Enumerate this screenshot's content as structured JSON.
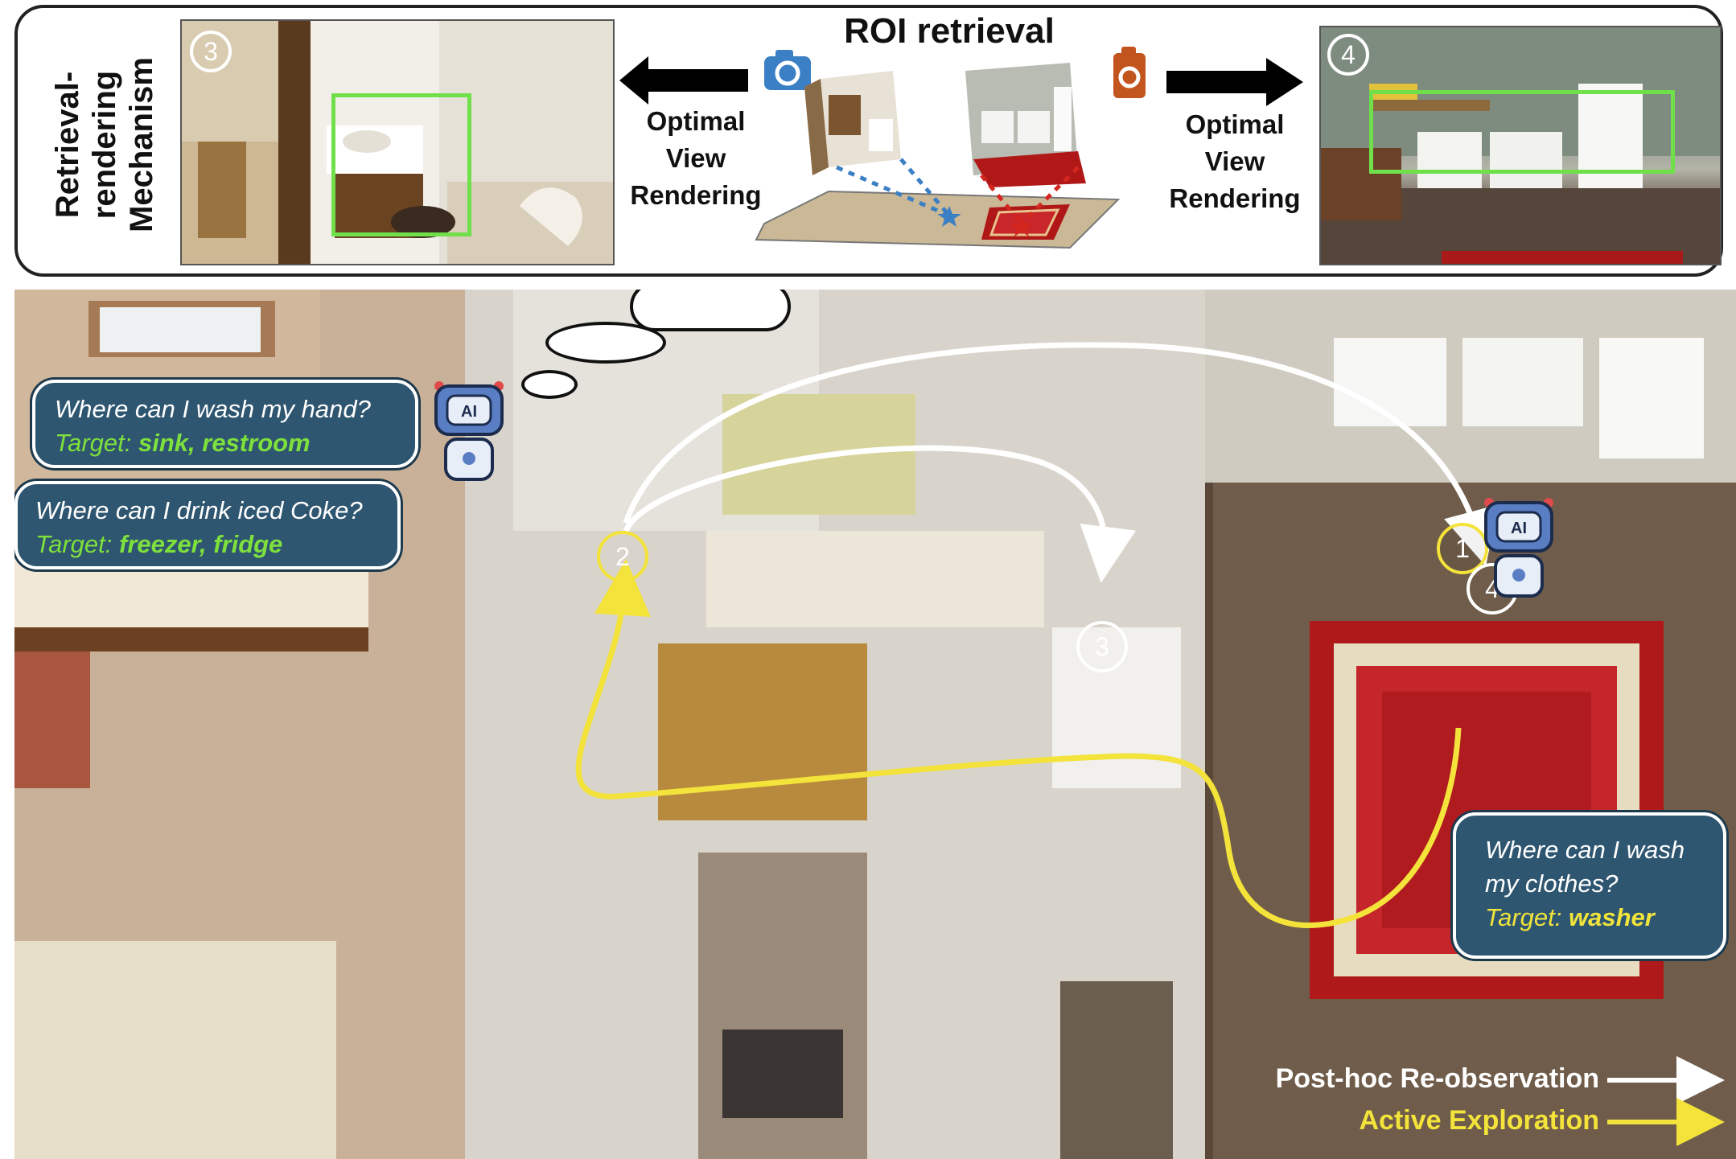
{
  "top_panel": {
    "mechanism_label": "Retrieval-rendering Mechanism",
    "mechanism_lines": [
      "Retrieval-",
      "rendering",
      "Mechanism"
    ],
    "roi_title": "ROI retrieval",
    "left_caption": [
      "Optimal",
      "View",
      "Rendering"
    ],
    "right_caption": [
      "Optimal",
      "View",
      "Rendering"
    ],
    "left_view_number": "3",
    "right_view_number": "4",
    "camera_colors": {
      "left": "#3b7fc4",
      "right": "#c2541e"
    }
  },
  "map": {
    "waypoints": [
      {
        "label": "1",
        "kind": "active"
      },
      {
        "label": "2",
        "kind": "active"
      },
      {
        "label": "3",
        "kind": "posthoc"
      },
      {
        "label": "4",
        "kind": "posthoc"
      }
    ],
    "bubbles": {
      "hand": {
        "question": "Where can I wash my hand?",
        "target_prefix": "Target:",
        "target_value": "sink, restroom"
      },
      "coke": {
        "question": "Where can I drink iced Coke?",
        "target_prefix": "Target:",
        "target_value": "freezer, fridge"
      },
      "clothes": {
        "question_line1": "Where can I wash",
        "question_line2": "my clothes?",
        "target_prefix": "Target:",
        "target_value": "washer"
      }
    },
    "robot_label": "AI",
    "legend": {
      "posthoc": "Post-hoc Re-observation",
      "active": "Active Exploration"
    },
    "colors": {
      "posthoc": "#ffffff",
      "active": "#f3e33a",
      "bubble": "#2f5670",
      "target": "#7ee03c"
    }
  }
}
